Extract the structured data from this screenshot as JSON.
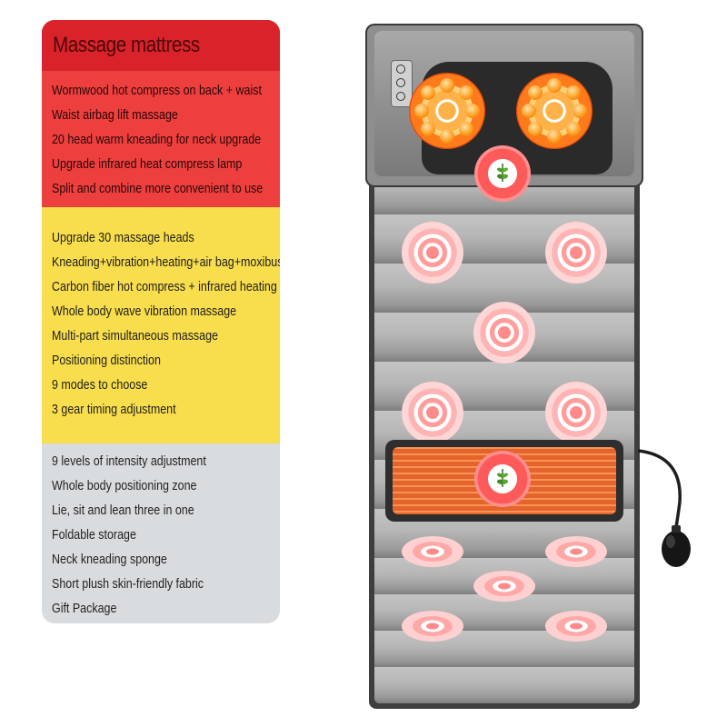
{
  "panel": {
    "title": "Massage mattress",
    "section1": [
      "Wormwood hot compress on back + waist",
      "Waist airbag lift massage",
      "20 head warm kneading for neck upgrade",
      "Upgrade infrared heat compress lamp",
      "Split and combine more convenient to use"
    ],
    "section2": [
      "Upgrade 30 massage heads",
      "Kneading+vibration+heating+air bag+moxibustion",
      "Carbon fiber hot compress + infrared heating",
      "Whole body wave vibration massage",
      "Multi-part simultaneous massage",
      "Positioning distinction",
      "9 modes to choose",
      "3 gear timing adjustment"
    ],
    "section3": [
      "9 levels of intensity adjustment",
      "Whole body positioning zone",
      "Lie, sit and lean three in one",
      "Foldable storage",
      "Neck kneading sponge",
      "Short plush skin-friendly fabric",
      "Gift Package"
    ]
  },
  "colors": {
    "title_band": "#d9222a",
    "section_red": "#ee3f3f",
    "section_yellow": "#f8dd4c",
    "section_gray": "#d9dcdf",
    "heat_zone": "#ef7a3c"
  },
  "product_image": {
    "icons": [
      "control-panel-icon",
      "shiatsu-node-icon",
      "herb-icon",
      "massage-node-icon",
      "heating-pad-icon",
      "air-pump-icon"
    ]
  }
}
